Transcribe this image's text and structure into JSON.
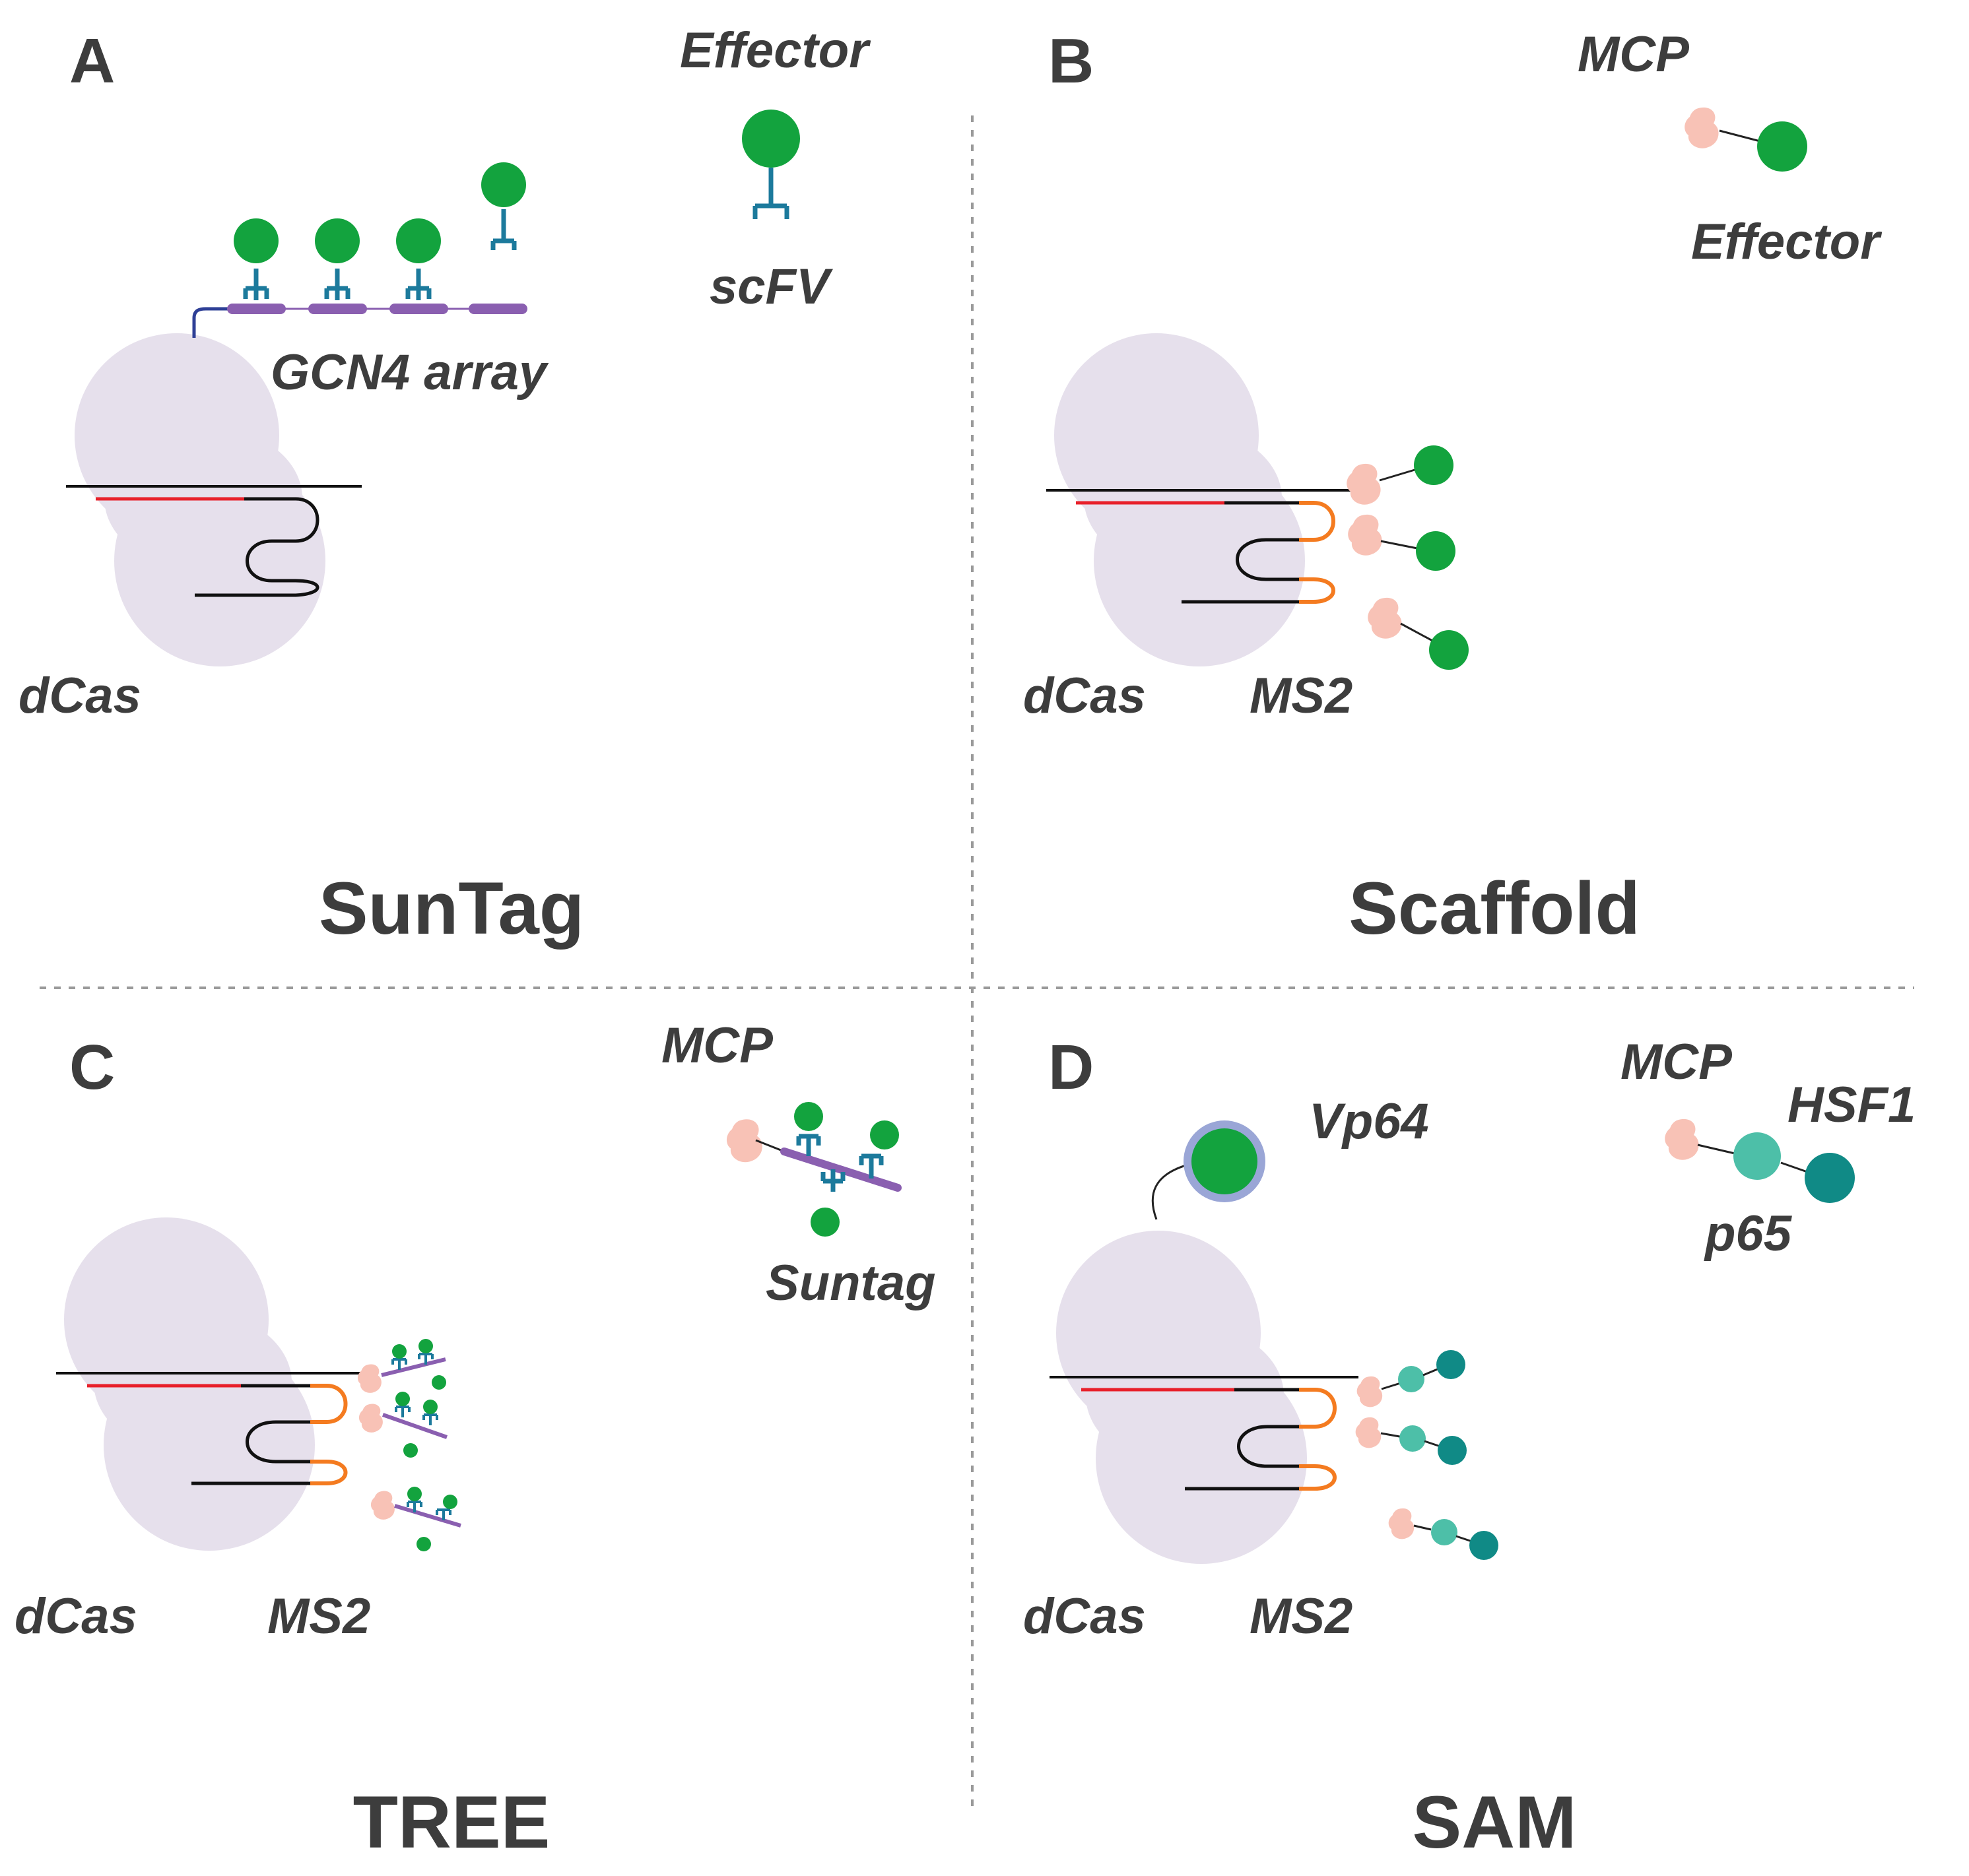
{
  "panels": {
    "a": {
      "letter": "A",
      "title": "SunTag",
      "labels": {
        "effector": "Effector",
        "scfv": "scFV",
        "gcn4": "GCN4 array",
        "dcas": "dCas"
      }
    },
    "b": {
      "letter": "B",
      "title": "Scaffold",
      "labels": {
        "mcp": "MCP",
        "effector": "Effector",
        "dcas": "dCas",
        "ms2": "MS2"
      }
    },
    "c": {
      "letter": "C",
      "title": "TREE",
      "labels": {
        "mcp": "MCP",
        "suntag": "Suntag",
        "dcas": "dCas",
        "ms2": "MS2"
      }
    },
    "d": {
      "letter": "D",
      "title": "SAM",
      "labels": {
        "vp64": "Vp64",
        "mcp": "MCP",
        "hsf1": "HSF1",
        "p65": "p65",
        "dcas": "dCas",
        "ms2": "MS2"
      }
    }
  },
  "colors": {
    "dcas": "#e6e0ec",
    "effector_green": "#13a33e",
    "scfv_blue": "#1c7a9c",
    "gcn4_purple": "#8a5fb0",
    "mcp_pink": "#f8c2b6",
    "guide_red": "#e8202a",
    "ms2_orange": "#f47b20",
    "p65_teal": "#4dbfa8",
    "hsf1_teal": "#108a86",
    "vp64_ring": "#9aa6d6",
    "divider_gray": "#9a9a9a",
    "text": "#3d3d3d"
  }
}
